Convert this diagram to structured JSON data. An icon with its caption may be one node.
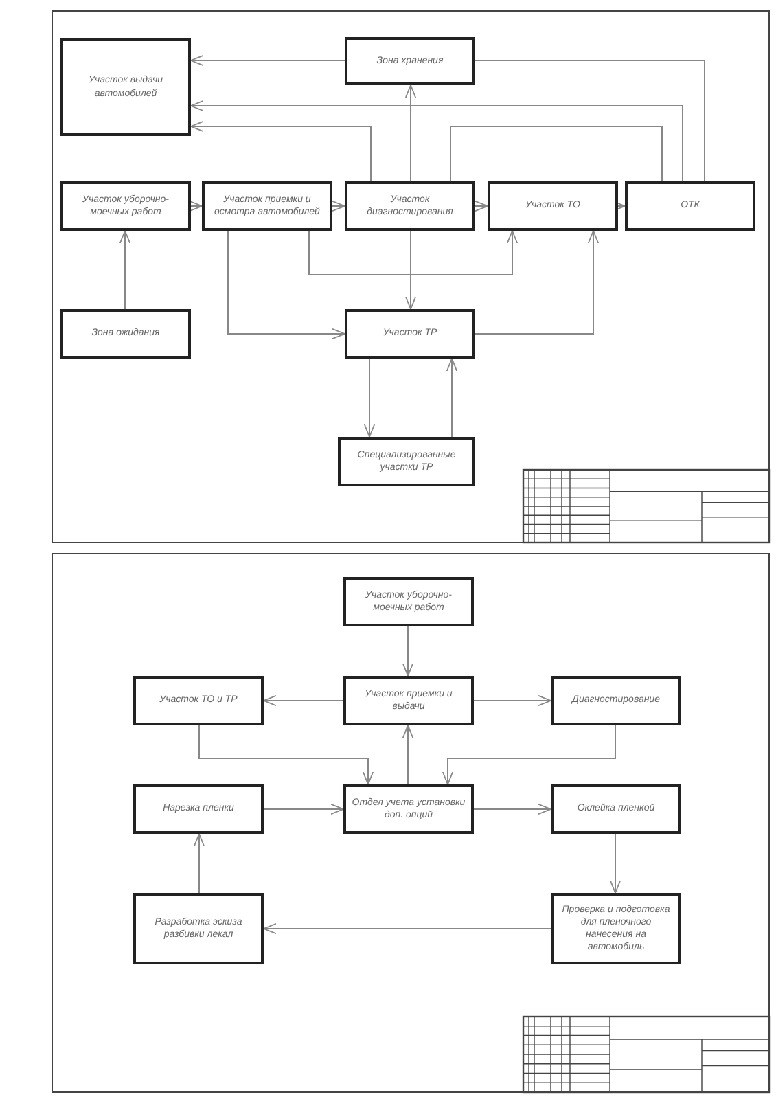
{
  "diagram": {
    "nodes": [
      {
        "text": [
          "Зона хранения"
        ]
      },
      {
        "text": [
          "Участок выдачи автомобилей"
        ]
      },
      {
        "text": [
          "Участок уборочно-моечных работ"
        ]
      },
      {
        "text": [
          "Участок приемки и осмотра автомобилей"
        ]
      },
      {
        "text": [
          "Участок диагностирования"
        ]
      },
      {
        "text": [
          "Участок ТО"
        ]
      },
      {
        "text": [
          "ОТК"
        ]
      },
      {
        "text": [
          "Зона ожидания"
        ]
      },
      {
        "text": [
          "Участок ТР"
        ]
      },
      {
        "text": [
          "Специализированные участки ТР"
        ]
      },
      {
        "text": [
          "Участок уборочно-моечных работ"
        ]
      },
      {
        "text": [
          "Участок приемки и выдачи"
        ]
      },
      {
        "text": [
          "Участок ТО и ТР"
        ]
      },
      {
        "text": [
          "Диагностирование"
        ]
      },
      {
        "text": [
          "Отдел учета установки доп. опций"
        ]
      },
      {
        "text": [
          "Нарезка пленки"
        ]
      },
      {
        "text": [
          "Оклейка пленкой"
        ]
      },
      {
        "text": [
          "Проверка и подготовка для пленочного нанесения на автомобиль"
        ]
      },
      {
        "text": [
          "Разработка эскиза разбивки лекал"
        ]
      }
    ],
    "edges": [
      {
        "from": 0,
        "to": 1,
        "arrow": "to"
      },
      {
        "from": 6,
        "to": 0,
        "arrow": "none"
      },
      {
        "from": 6,
        "to": 1,
        "arrow": "to"
      },
      {
        "from": 4,
        "to": 1,
        "arrow": "to"
      },
      {
        "from": 4,
        "to": 0,
        "arrow": "to"
      },
      {
        "from": 4,
        "to": 6,
        "arrow": "none"
      },
      {
        "from": 2,
        "to": 3,
        "arrow": "to"
      },
      {
        "from": 3,
        "to": 4,
        "arrow": "to"
      },
      {
        "from": 4,
        "to": 5,
        "arrow": "to"
      },
      {
        "from": 5,
        "to": 6,
        "arrow": "to"
      },
      {
        "from": 7,
        "to": 2,
        "arrow": "to"
      },
      {
        "from": 3,
        "to": 5,
        "arrow": "to"
      },
      {
        "from": 4,
        "to": 8,
        "arrow": "to"
      },
      {
        "from": 3,
        "to": 8,
        "arrow": "to"
      },
      {
        "from": 8,
        "to": 5,
        "arrow": "to"
      },
      {
        "from": 8,
        "to": 9,
        "arrow": "to"
      },
      {
        "from": 9,
        "to": 8,
        "arrow": "to"
      },
      {
        "from": 10,
        "to": 11,
        "arrow": "to"
      },
      {
        "from": 11,
        "to": 12,
        "arrow": "to"
      },
      {
        "from": 11,
        "to": 13,
        "arrow": "to"
      },
      {
        "from": 12,
        "to": 14,
        "arrow": "to"
      },
      {
        "from": 13,
        "to": 14,
        "arrow": "to"
      },
      {
        "from": 14,
        "to": 11,
        "arrow": "to"
      },
      {
        "from": 15,
        "to": 14,
        "arrow": "to"
      },
      {
        "from": 14,
        "to": 16,
        "arrow": "to"
      },
      {
        "from": 16,
        "to": 17,
        "arrow": "to"
      },
      {
        "from": 17,
        "to": 18,
        "arrow": "to"
      },
      {
        "from": 18,
        "to": 15,
        "arrow": "to"
      }
    ]
  }
}
